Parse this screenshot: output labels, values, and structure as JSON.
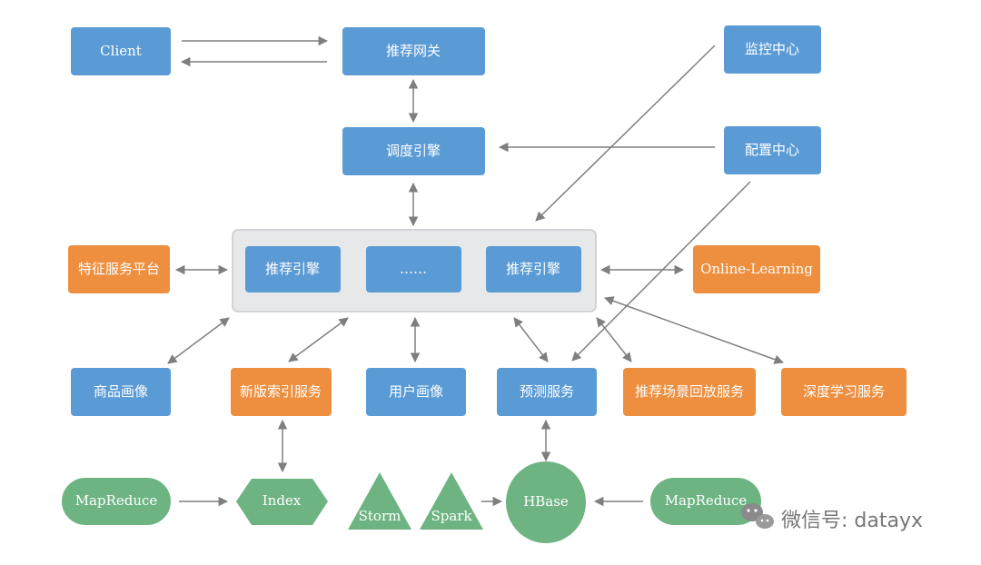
{
  "colors": {
    "blue": "#5B9BD5",
    "orange": "#ED8F3F",
    "green": "#6DB482",
    "group_fill": "#E7E8EA",
    "group_stroke": "#C8C9CC",
    "arrow": "#7F7F7F"
  },
  "nodes": {
    "client": "Client",
    "gateway": "推荐网关",
    "monitor": "监控中心",
    "config": "配置中心",
    "scheduler": "调度引擎",
    "rec_engine_1": "推荐引擎",
    "rec_engine_dots": "……",
    "rec_engine_2": "推荐引擎",
    "feature_platform": "特征服务平台",
    "online_learning": "Online-Learning",
    "product_profile": "商品画像",
    "index_service": "新版索引服务",
    "user_profile": "用户画像",
    "predict_service": "预测服务",
    "scene_replay": "推荐场景回放服务",
    "deep_learning": "深度学习服务",
    "mapreduce_left": "MapReduce",
    "index": "Index",
    "storm": "Storm",
    "spark": "Spark",
    "hbase": "HBase",
    "mapreduce_right": "MapReduce"
  },
  "watermark": {
    "icon": "wechat-icon",
    "text": "微信号: datayx"
  }
}
